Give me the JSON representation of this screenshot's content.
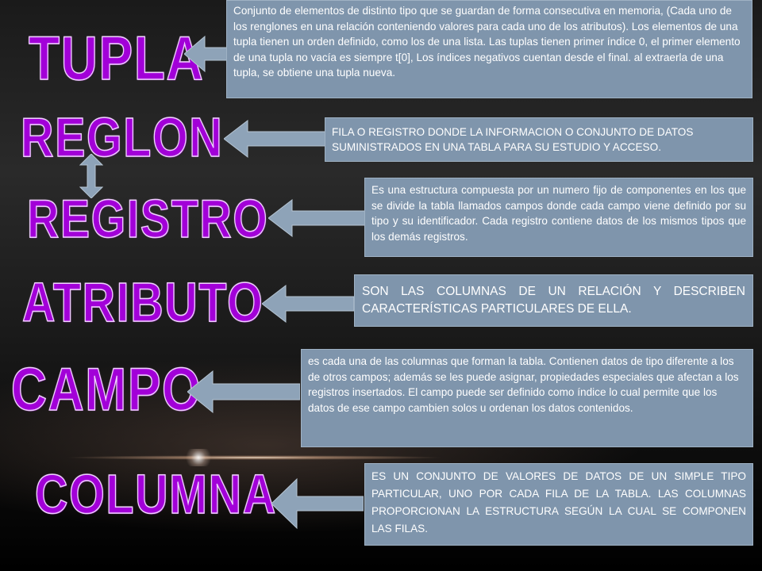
{
  "titles": {
    "tupla": "TUPLA",
    "reglon": "REGLON",
    "registro": "REGISTRO",
    "atributo": "ATRIBUTO",
    "campo": "CAMPO",
    "columna": "COLUMNA"
  },
  "definitions": {
    "tupla": "Conjunto de elementos de distinto tipo que se guardan de forma consecutiva en memoria, (Cada uno de los renglones en una relación conteniendo valores para cada uno de los atributos). Los elementos de una tupla tienen un orden definido, como los de una lista. Las tuplas tienen primer índice 0, el primer elemento de una tupla no vacía es siempre t[0], Los índices negativos cuentan desde el final. al extraerla de una tupla, se obtiene una tupla nueva.",
    "reglon": "FILA O REGISTRO DONDE LA INFORMACION O  CONJUNTO DE DATOS SUMINISTRADOS EN UNA TABLA PARA SU ESTUDIO  Y ACCESO.",
    "registro": "Es una estructura compuesta por un numero fijo de componentes en los que se divide la tabla llamados campos donde cada campo viene definido por su tipo y su identificador. Cada registro contiene datos de los mismos tipos que los demás registros.",
    "atributo": "SON LAS COLUMNAS DE UN RELACIÓN Y DESCRIBEN CARACTERÍSTICAS PARTICULARES DE ELLA.",
    "campo": "es cada una de las columnas que forman la tabla. Contienen datos de tipo diferente a los de otros campos; además se les puede asignar, propiedades especiales que afectan a los registros insertados. El campo puede ser definido como índice lo cual permite que los datos de ese campo cambien solos u ordenan los datos contenidos.",
    "columna": "ES UN CONJUNTO DE VALORES DE DATOS DE UN SIMPLE TIPO PARTICULAR, UNO POR CADA FILA DE LA TABLA. LAS COLUMNAS PROPORCIONAN LA ESTRUCTURA SEGÚN LA CUAL SE COMPONEN LAS FILAS."
  },
  "colors": {
    "title": "#a200d8",
    "box": "#7f95ac",
    "arrow": "#8ea3b8"
  }
}
